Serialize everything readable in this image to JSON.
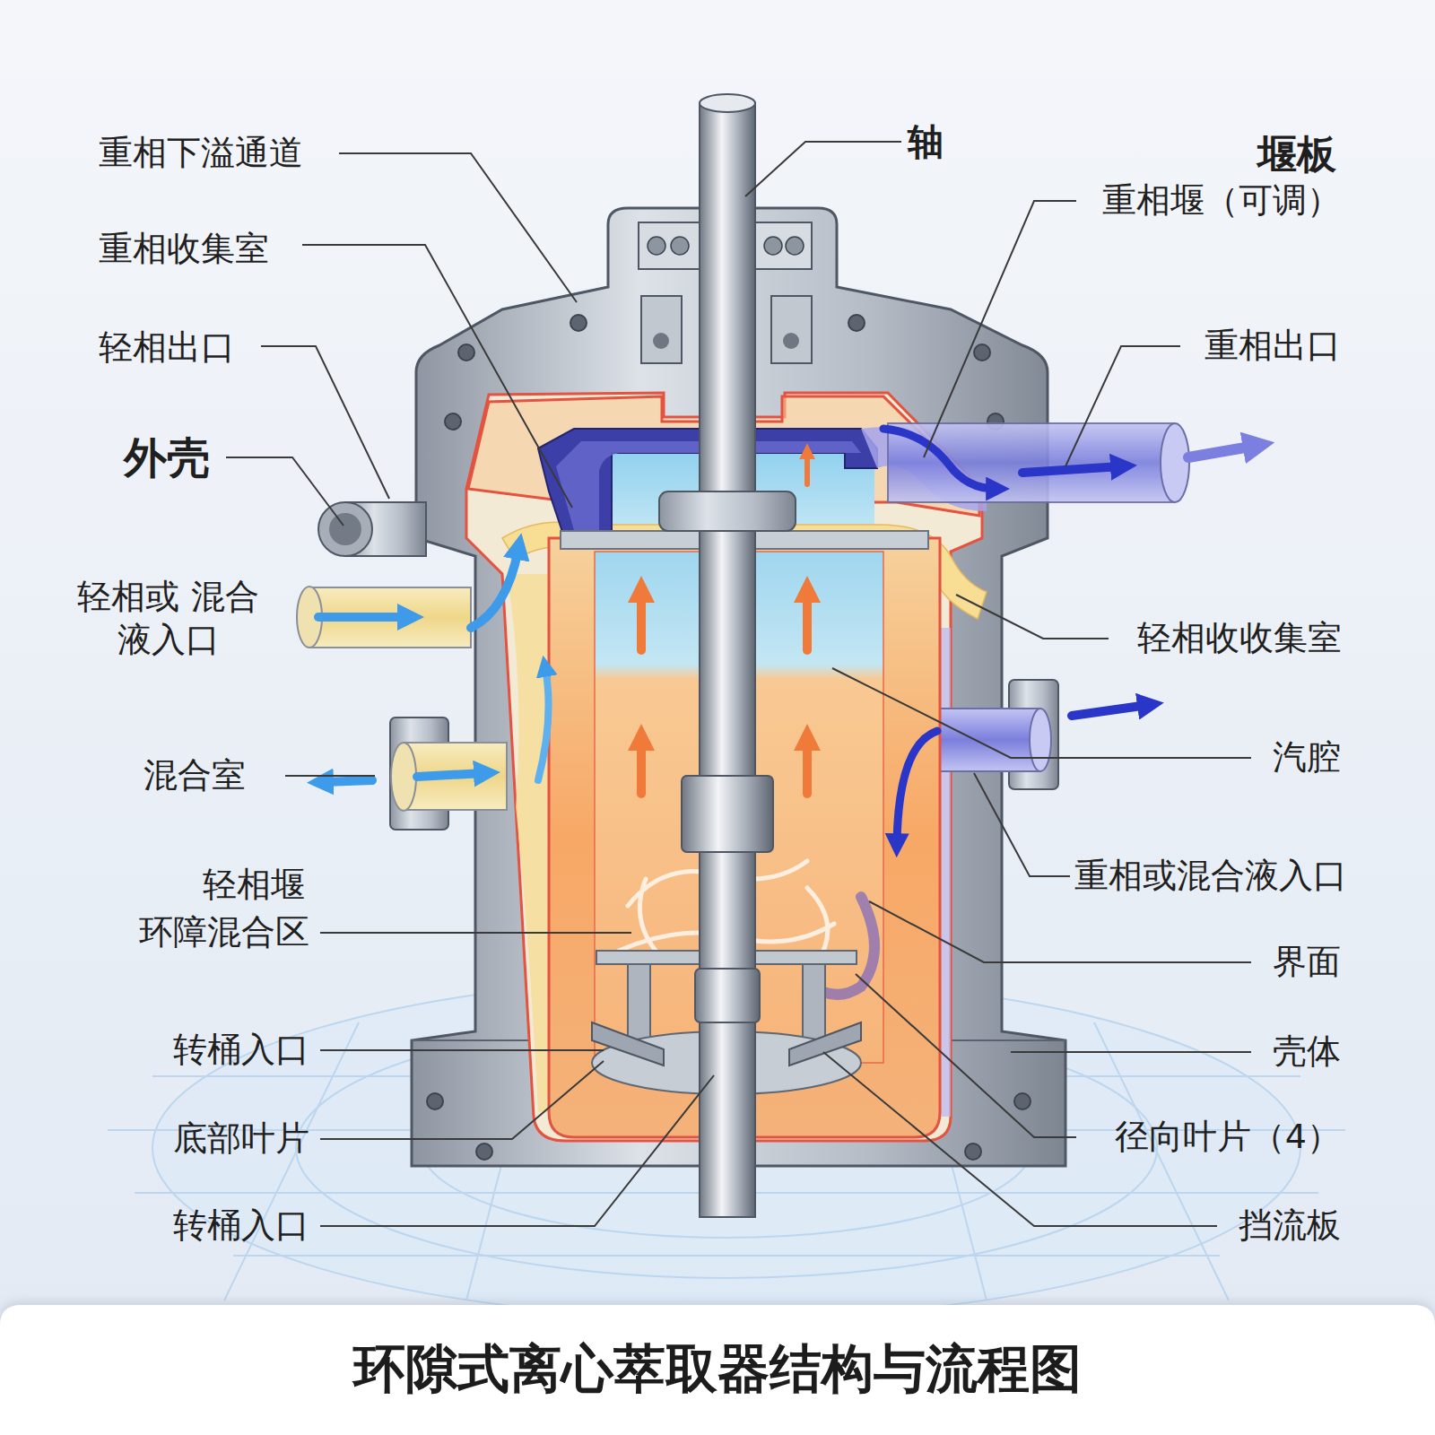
{
  "diagram": {
    "title": "环隙式离心萃取器结构与流程图",
    "labels": [
      "重相下溢通道",
      "重相收集室",
      "轻相出口",
      "外壳",
      "轻相或 混合液入口",
      "混合室",
      "轻相堰",
      "环障混合区",
      "转桶入口",
      "底部叶片",
      "转桶入口",
      "轴",
      "堰板",
      "重相堰（可调）",
      "重相出口",
      "轻相收收集室",
      "汽腔",
      "重相或混合液入口",
      "界面",
      "壳体",
      "径向叶片（4）",
      "挡流板"
    ]
  }
}
